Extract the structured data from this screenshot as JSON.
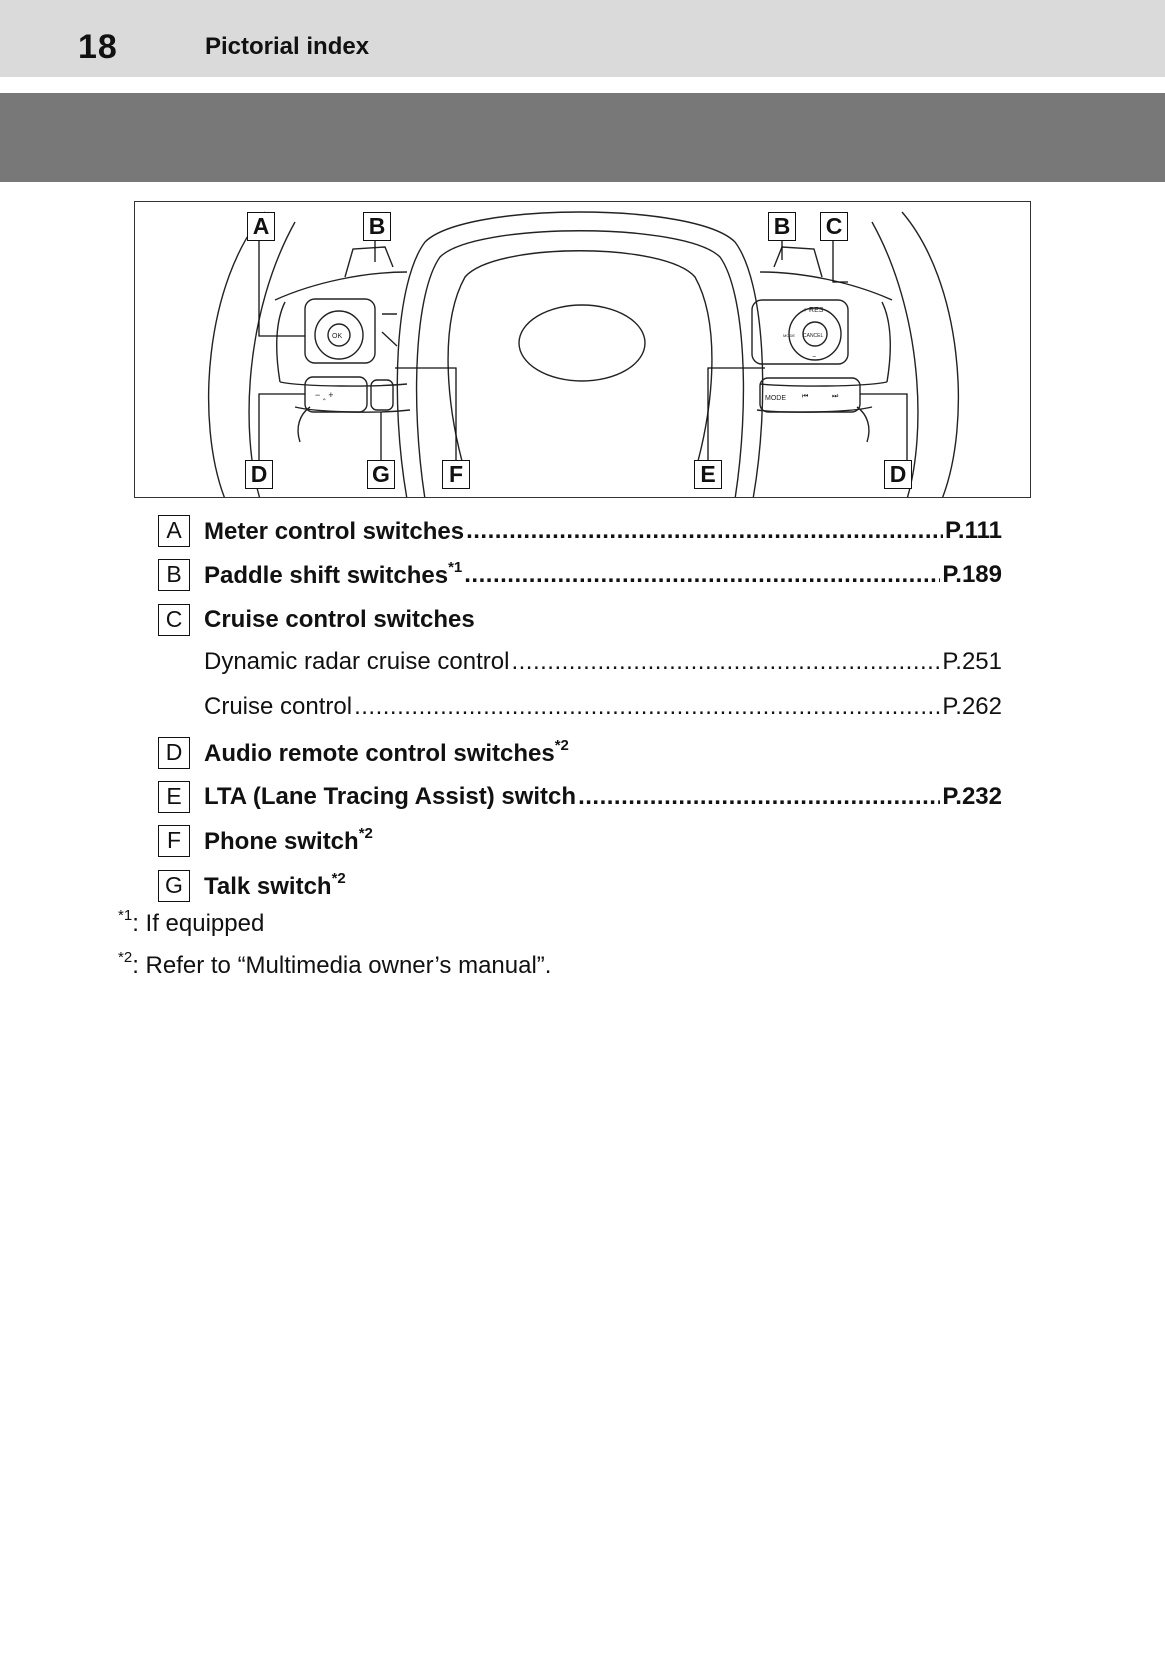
{
  "header": {
    "page_number": "18",
    "section_title": "Pictorial index"
  },
  "figure": {
    "callouts": [
      "A",
      "B",
      "B",
      "C",
      "D",
      "G",
      "F",
      "E",
      "D"
    ],
    "switch_labels": {
      "ok": "OK",
      "res": "+ RES",
      "cancel": "CANCEL",
      "mode_small": "MODE",
      "mode": "MODE",
      "minus": "−",
      "volume": "− ‸ +",
      "prev": "⏮",
      "next": "⏭"
    }
  },
  "index": {
    "items": [
      {
        "letter": "A",
        "label": "Meter control switches",
        "sup": "",
        "dots": " ........................................................................",
        "page": "P.111"
      },
      {
        "letter": "B",
        "label": "Paddle shift switches",
        "sup": "*1",
        "dots": "..........................................................................",
        "page": "P.189"
      },
      {
        "letter": "C",
        "label": "Cruise control switches",
        "sup": "",
        "dots": "",
        "page": ""
      },
      {
        "letter": "D",
        "label": "Audio remote control switches",
        "sup": "*2",
        "dots": "",
        "page": ""
      },
      {
        "letter": "E",
        "label": "LTA (Lane Tracing Assist) switch",
        "sup": "",
        "dots": " ........................................................",
        "page": "P.232"
      },
      {
        "letter": "F",
        "label": "Phone switch",
        "sup": "*2",
        "dots": "",
        "page": ""
      },
      {
        "letter": "G",
        "label": "Talk switch",
        "sup": "*2",
        "dots": "",
        "page": ""
      }
    ],
    "sub_items": [
      {
        "label": "Dynamic radar cruise control",
        "dots": " ..................................................................",
        "page": "P.251"
      },
      {
        "label": "Cruise control",
        "dots": "..................................................................................",
        "page": "P.262"
      }
    ]
  },
  "footnotes": [
    {
      "mark": "*1",
      "text": ": If equipped"
    },
    {
      "mark": "*2",
      "text": ": Refer to “Multimedia owner’s manual”."
    }
  ]
}
